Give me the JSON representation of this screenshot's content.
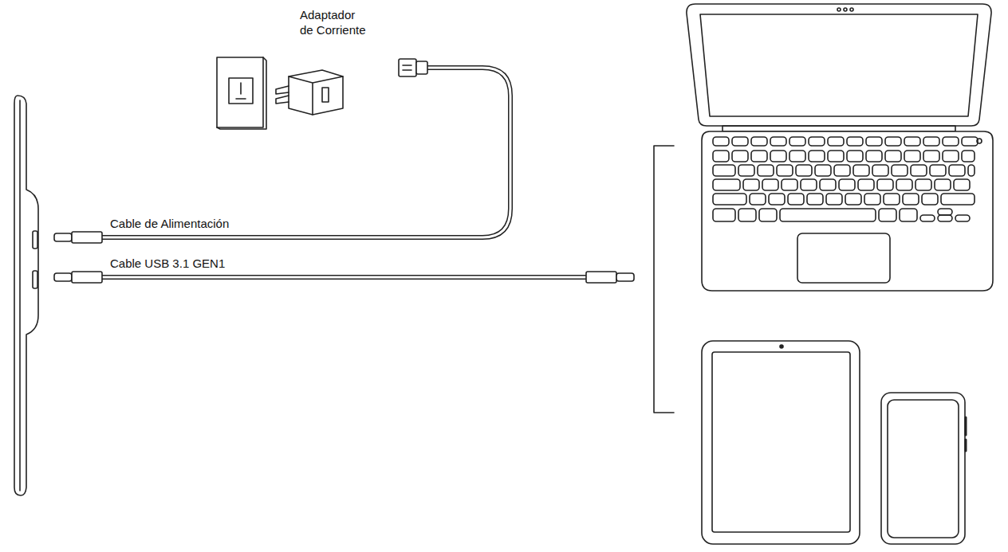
{
  "diagram": {
    "labels": [
      "Adaptador de Corriente",
      "Cable de Alimentación",
      "Cable USB 3.1 GEN1"
    ]
  }
}
